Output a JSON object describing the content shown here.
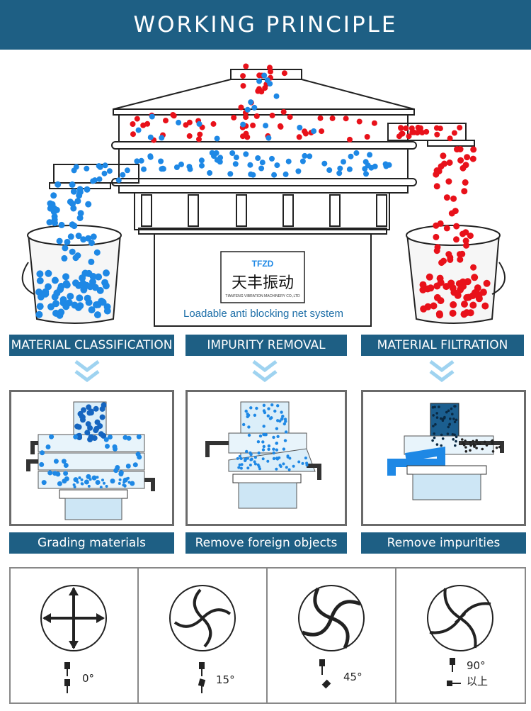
{
  "header": {
    "title": "WORKING PRINCIPLE"
  },
  "machine": {
    "brand_logo": "TFZD",
    "brand_name": "天丰振动",
    "brand_subtitle": "TIANFENG VIBRATION MACHINERY CO.,LTD",
    "caption": "Loadable anti blocking net system"
  },
  "functions": [
    {
      "label": "MATERIAL CLASSIFICATION",
      "caption": "Grading materials"
    },
    {
      "label": "IMPURITY REMOVAL",
      "caption": "Remove foreign objects"
    },
    {
      "label": "MATERIAL FILTRATION",
      "caption": "Remove impurities"
    }
  ],
  "motion_angles": [
    {
      "angle": "0°"
    },
    {
      "angle": "15°"
    },
    {
      "angle": "45°"
    },
    {
      "angle": "90°",
      "note": "以上"
    }
  ],
  "colors": {
    "banner": "#1e5f84",
    "blue_particle": "#1e88e5",
    "red_particle": "#e8111a",
    "frame": "#6a6a6a"
  }
}
